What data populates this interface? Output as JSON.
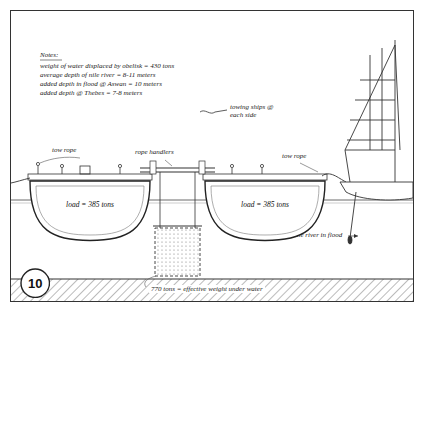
{
  "diagram": {
    "nodes": [
      {
        "text": [
          "load = 385 tons"
        ]
      },
      {
        "text": [
          "load = 385 tons"
        ]
      },
      {
        "text": [
          "10"
        ]
      }
    ],
    "labels": [
      "Notes:",
      "weight of water displaced by obelisk = 430 tons",
      "average depth of nile river = 8-11 meters",
      "added depth in flood @ Aswan = 10 meters",
      "added depth @ Thebes = 7-8 meters",
      "towing ships @ each side",
      "tow rope",
      "rope handlers",
      "tow rope",
      "nile river in flood",
      "770 tons = effective weight under water"
    ]
  }
}
